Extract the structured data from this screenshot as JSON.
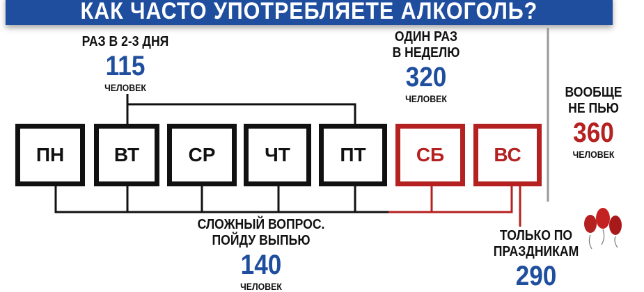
{
  "title": "КАК ЧАСТО УПОТРЕБЛЯЕТЕ АЛКОГОЛЬ?",
  "days": [
    "ПН",
    "ВТ",
    "СР",
    "ЧТ",
    "ПТ",
    "СБ",
    "ВС"
  ],
  "colors": {
    "banner": "#1f4e9e",
    "weekend": "#b52020",
    "weekday": "#111111"
  },
  "groups": {
    "every_2_3_days": {
      "label": "РАЗ В 2-3 ДНЯ",
      "count": "115",
      "unit": "ЧЕЛОВЕК"
    },
    "once_a_week": {
      "label1": "ОДИН РАЗ",
      "label2": "В НЕДЕЛЮ",
      "count": "320",
      "unit": "ЧЕЛОВЕК"
    },
    "dont_drink": {
      "label1": "ВООБЩЕ",
      "label2": "НЕ ПЬЮ",
      "count": "360",
      "unit": "ЧЕЛОВЕК"
    },
    "hard_question": {
      "label1": "СЛОЖНЫЙ ВОПРОС.",
      "label2": "ПОЙДУ ВЫПЬЮ",
      "count": "140",
      "unit": "ЧЕЛОВЕК"
    },
    "holidays_only": {
      "label1": "ТОЛЬКО ПО",
      "label2": "ПРАЗДНИКАМ",
      "count": "290"
    }
  },
  "icons": {
    "balloons": "balloons-icon"
  }
}
